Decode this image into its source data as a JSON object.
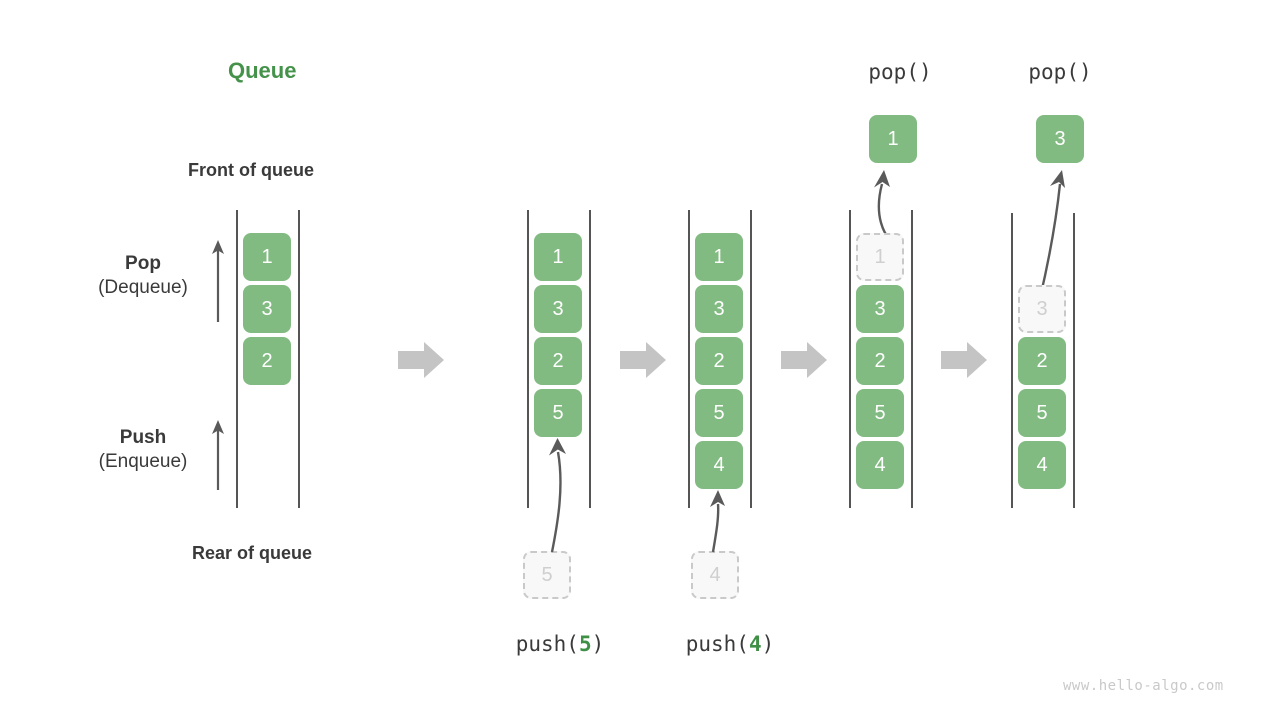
{
  "diagram": {
    "title": "Queue",
    "title_color": "#45924a",
    "accent_color": "#82bb82",
    "ghost_color": "#f8f8f8",
    "rail_color": "#555555",
    "step_arrow_color": "#c4c4c4",
    "watermark": "www.hello-algo.com",
    "labels": {
      "front_of_queue": "Front of queue",
      "rear_of_queue": "Rear of queue",
      "pop_primary": "Pop",
      "pop_secondary": "(Dequeue)",
      "push_primary": "Push",
      "push_secondary": "(Enqueue)"
    },
    "operations": {
      "push5": {
        "fn": "push(",
        "arg": "5",
        "close": ")"
      },
      "push4": {
        "fn": "push(",
        "arg": "4",
        "close": ")"
      },
      "pop1": {
        "text": "pop()"
      },
      "pop2": {
        "text": "pop()"
      }
    },
    "panels": [
      {
        "id": "initial",
        "name": "initial-queue",
        "cells": [
          {
            "value": "1",
            "state": "filled"
          },
          {
            "value": "3",
            "state": "filled"
          },
          {
            "value": "2",
            "state": "filled"
          }
        ],
        "incoming": null,
        "popped": null
      },
      {
        "id": "after-push-5",
        "name": "queue-after-push-5",
        "cells": [
          {
            "value": "1",
            "state": "filled"
          },
          {
            "value": "3",
            "state": "filled"
          },
          {
            "value": "2",
            "state": "filled"
          },
          {
            "value": "5",
            "state": "filled"
          }
        ],
        "incoming": {
          "value": "5",
          "state": "ghost"
        },
        "popped": null
      },
      {
        "id": "after-push-4",
        "name": "queue-after-push-4",
        "cells": [
          {
            "value": "1",
            "state": "filled"
          },
          {
            "value": "3",
            "state": "filled"
          },
          {
            "value": "2",
            "state": "filled"
          },
          {
            "value": "5",
            "state": "filled"
          },
          {
            "value": "4",
            "state": "filled"
          }
        ],
        "incoming": {
          "value": "4",
          "state": "ghost"
        },
        "popped": null
      },
      {
        "id": "after-pop-1",
        "name": "queue-after-pop-1",
        "cells": [
          {
            "value": "1",
            "state": "ghost"
          },
          {
            "value": "3",
            "state": "filled"
          },
          {
            "value": "2",
            "state": "filled"
          },
          {
            "value": "5",
            "state": "filled"
          },
          {
            "value": "4",
            "state": "filled"
          }
        ],
        "incoming": null,
        "popped": {
          "value": "1",
          "state": "filled"
        }
      },
      {
        "id": "after-pop-3",
        "name": "queue-after-pop-3",
        "cells": [
          {
            "value": "",
            "state": "empty"
          },
          {
            "value": "3",
            "state": "ghost"
          },
          {
            "value": "2",
            "state": "filled"
          },
          {
            "value": "5",
            "state": "filled"
          },
          {
            "value": "4",
            "state": "filled"
          }
        ],
        "incoming": null,
        "popped": {
          "value": "3",
          "state": "filled"
        }
      }
    ]
  }
}
